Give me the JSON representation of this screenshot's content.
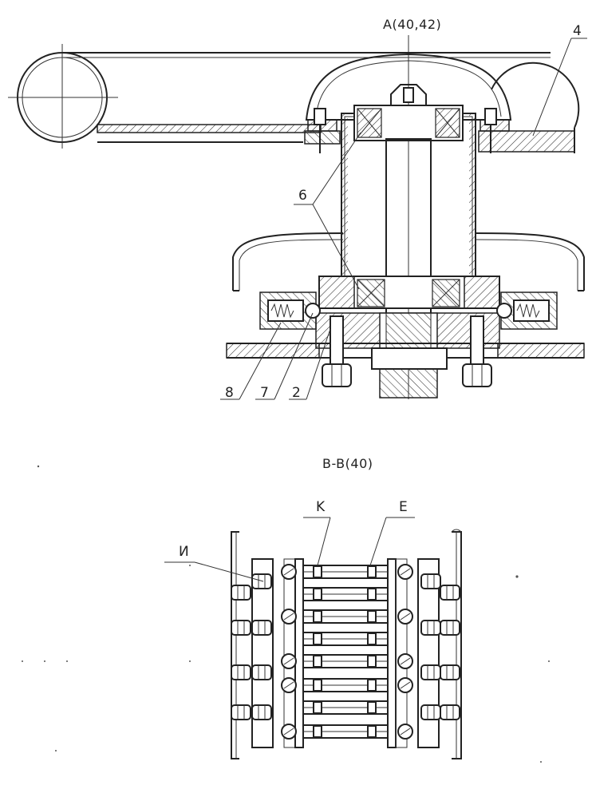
{
  "view_a": {
    "title": "A(40,42)",
    "callouts": [
      "4",
      "6",
      "8",
      "7",
      "2"
    ]
  },
  "view_b": {
    "title": "B-B(40)",
    "callouts": [
      "K",
      "E",
      "И"
    ]
  }
}
